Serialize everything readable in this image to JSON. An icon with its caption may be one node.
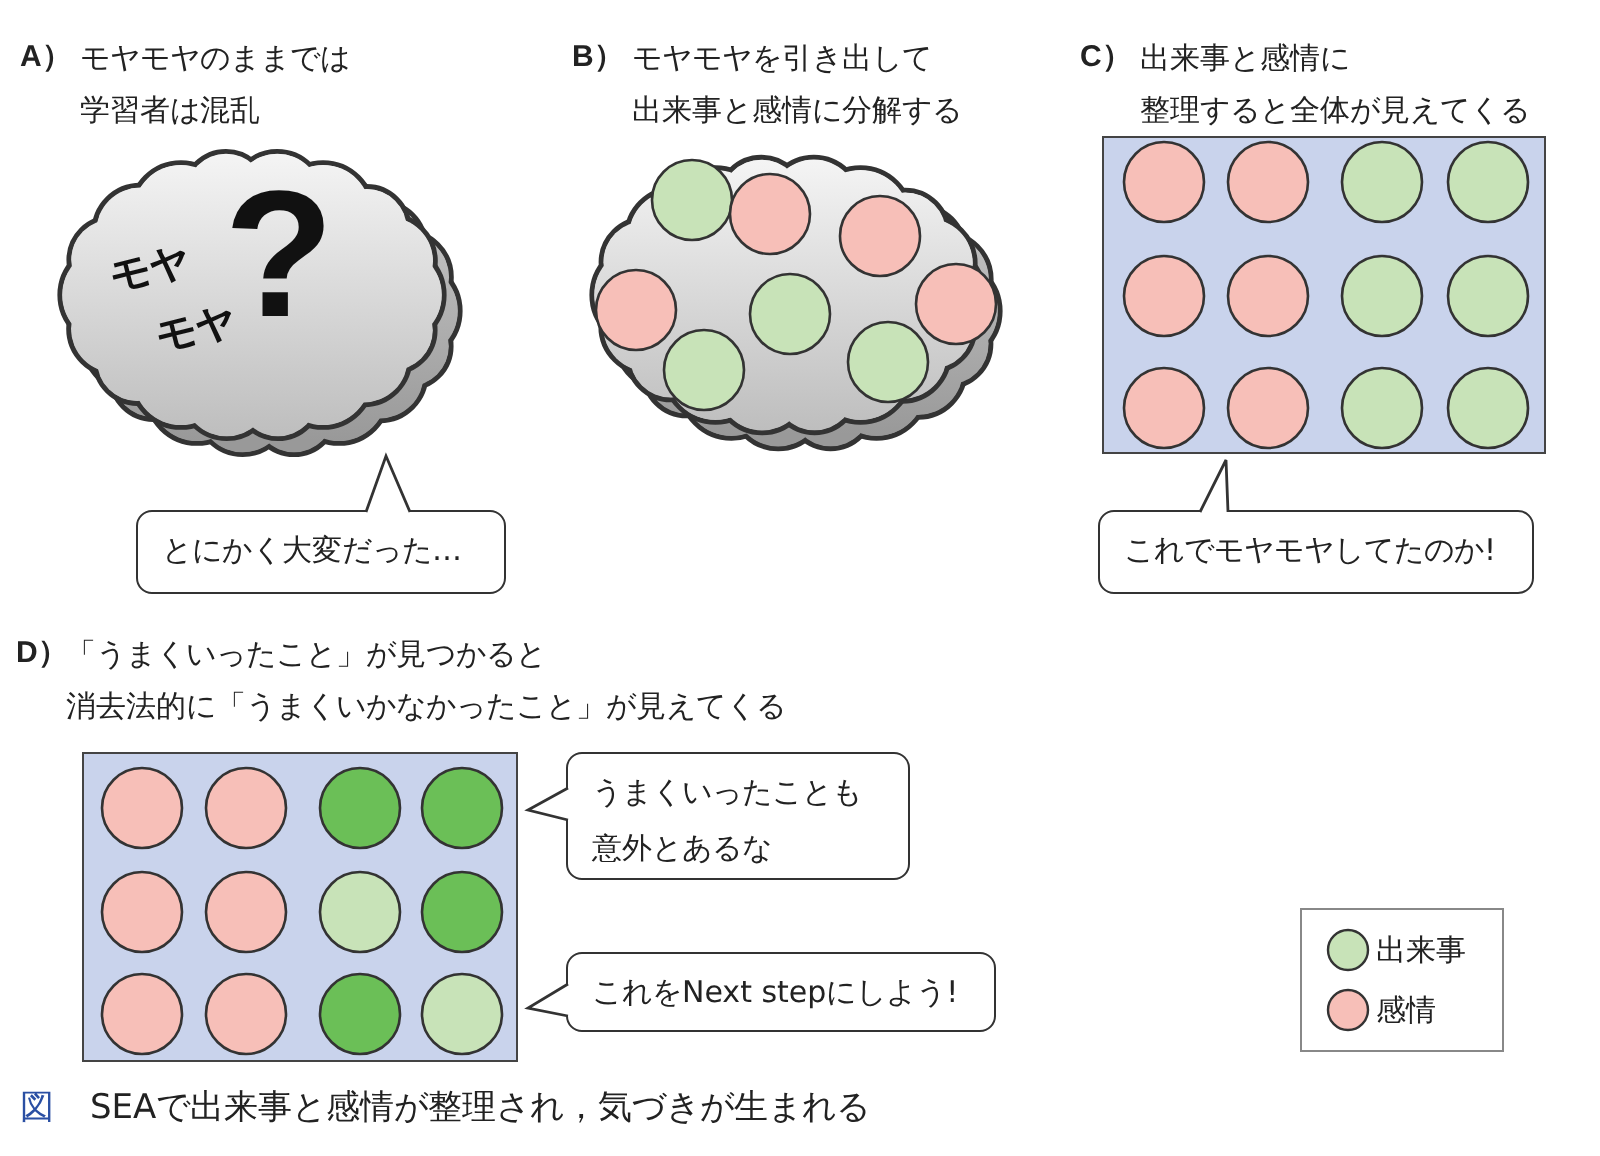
{
  "diagram": {
    "caption": "SEAで出来事と感情が整理され，気づきが生まれる",
    "nodes": [
      {
        "text": [
          "モヤ",
          "モヤ",
          "?"
        ]
      },
      {
        "text": [
          "とにかく大変だった…"
        ]
      },
      {
        "text": [],
        "shape": "cloud"
      },
      {
        "text": [],
        "shape": "box"
      },
      {
        "text": [
          "これでモヤモヤしてたのか!"
        ]
      },
      {
        "text": [],
        "shape": "box"
      },
      {
        "text": [
          "うまくいったことも意外とあるな"
        ]
      },
      {
        "text": [
          "これをNext stepにしよう!"
        ]
      }
    ],
    "labels": [
      "A）",
      "モヤモヤのままでは学習者は混乱",
      "B）",
      "モヤモヤを引き出して出来事と感情に分解する",
      "C）",
      "出来事と感情に整理すると全体が見えてくる",
      "D）",
      "「うまくいったこと」が見つかると消去法的に「うまくいかなかったこと」が見えてくる",
      "図"
    ],
    "legend": [
      {
        "text": "出来事",
        "color": "#c8e3b8"
      },
      {
        "text": "感情",
        "color": "#f7bfb8"
      }
    ]
  }
}
